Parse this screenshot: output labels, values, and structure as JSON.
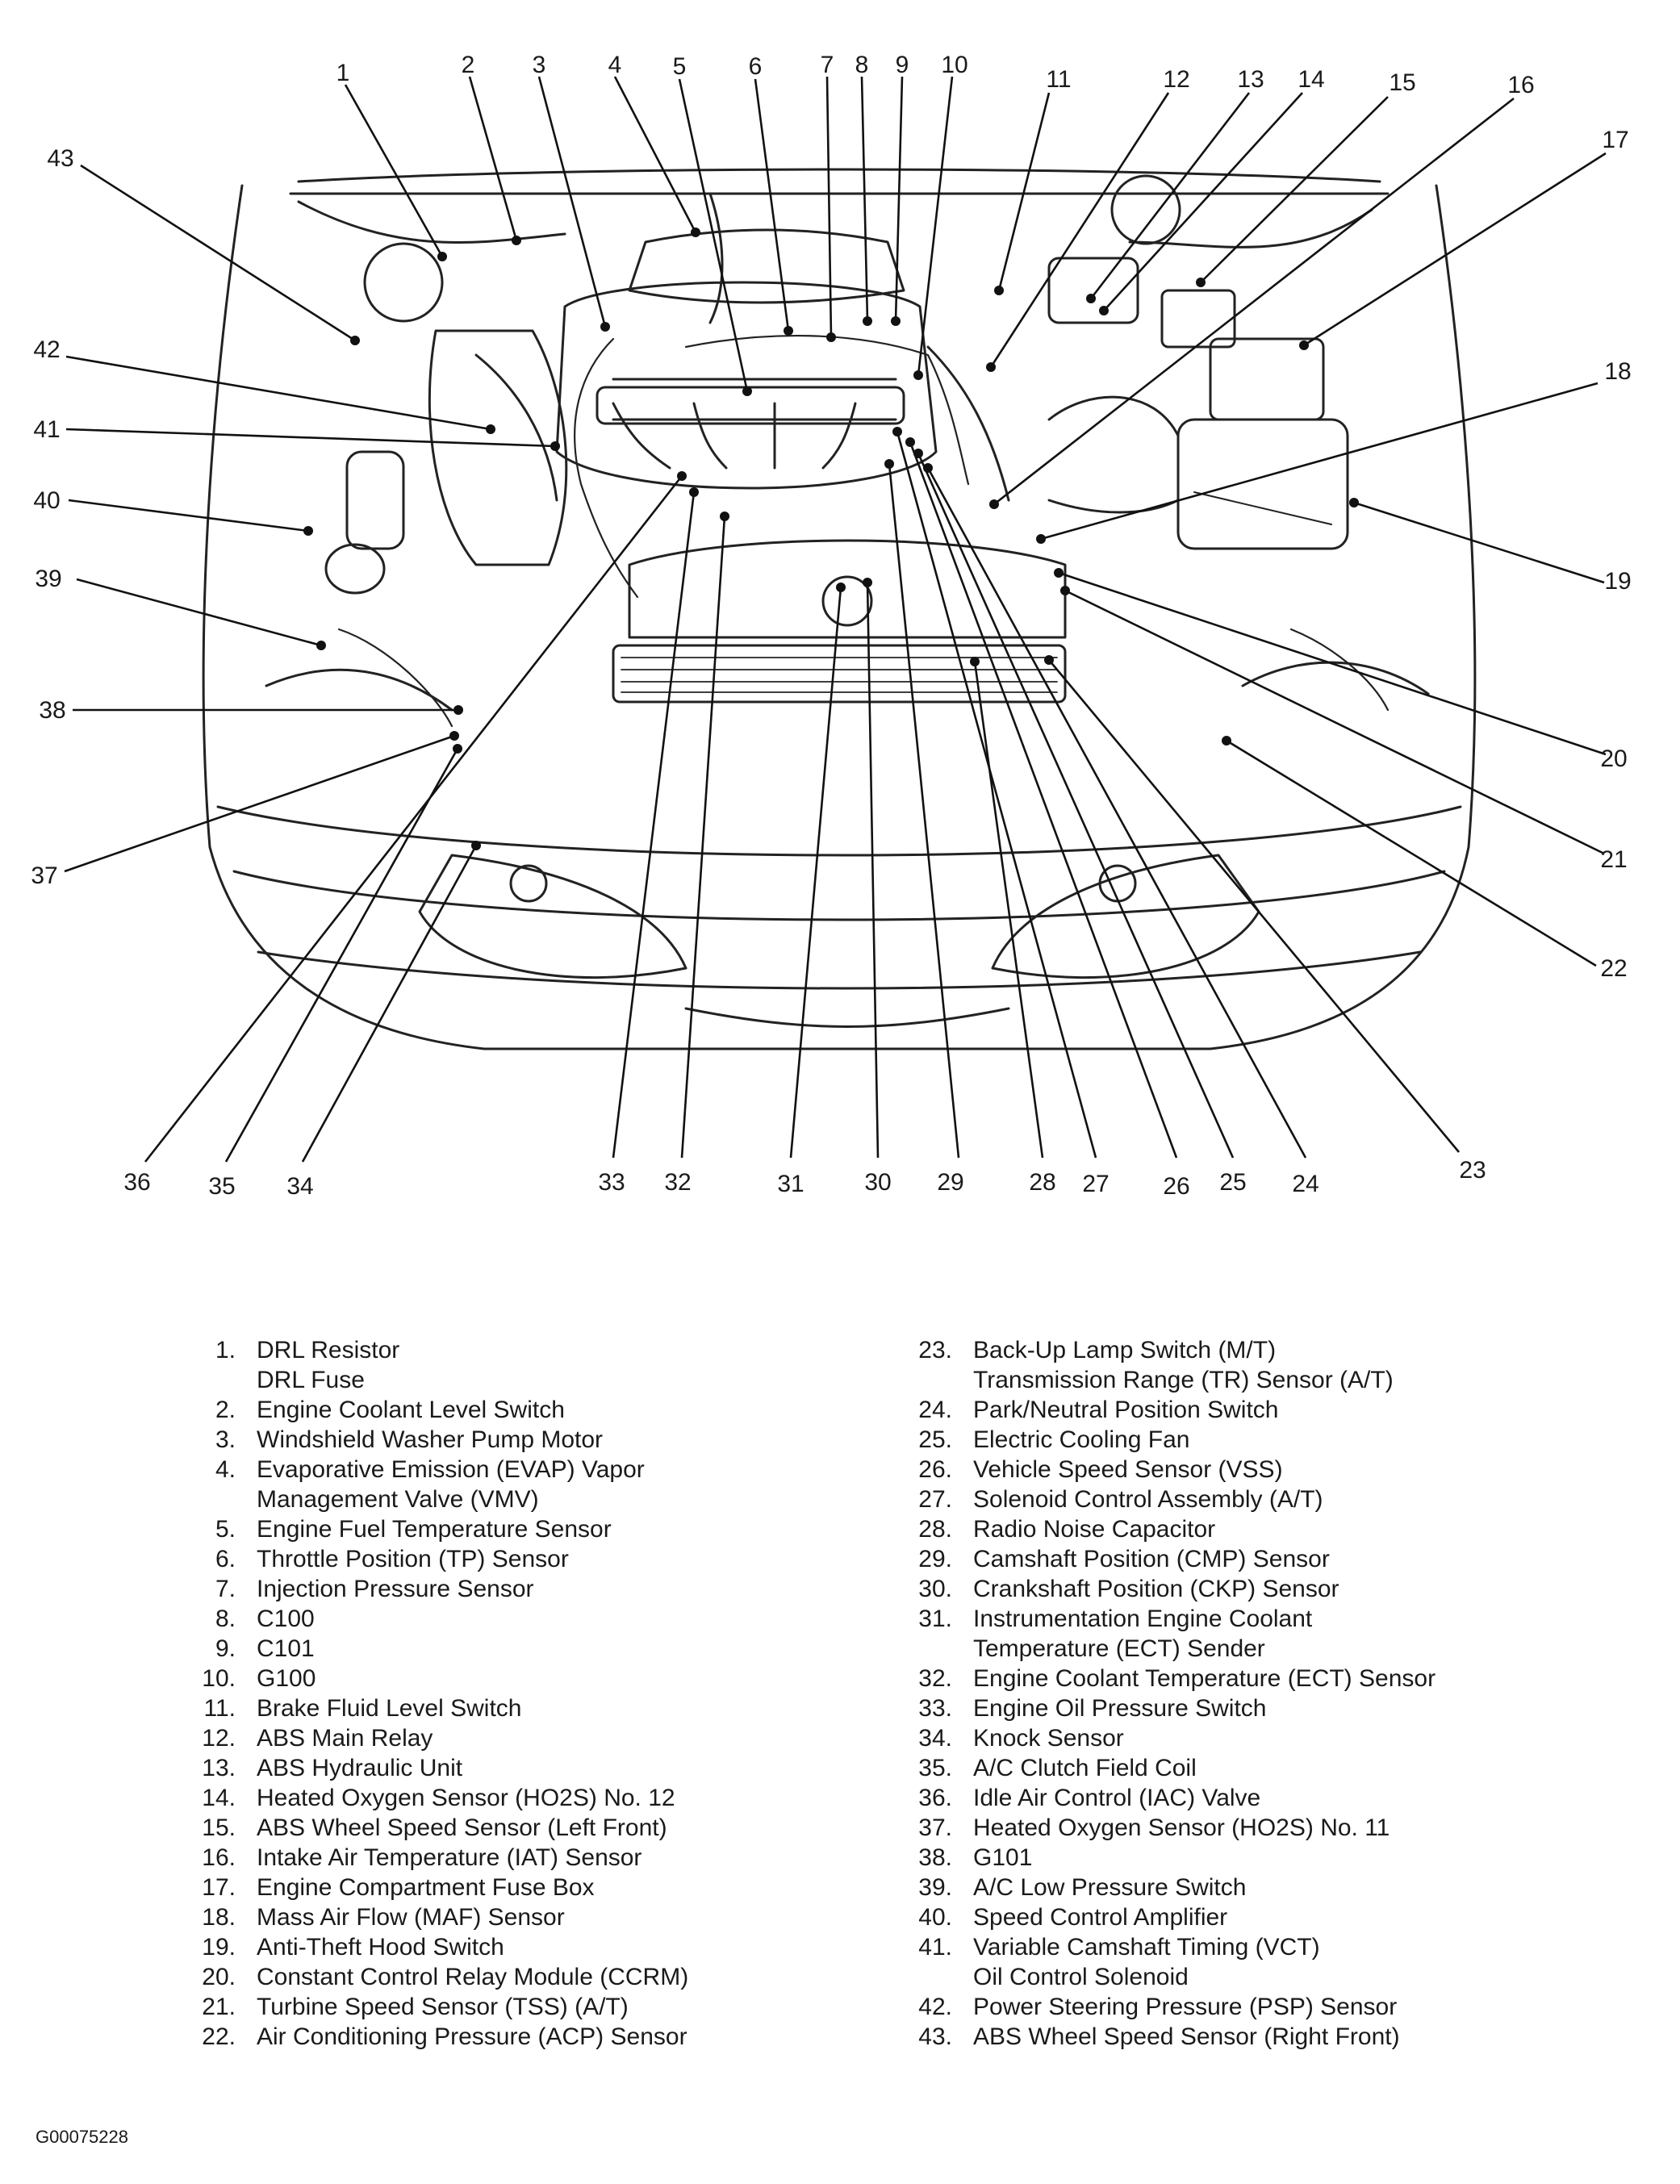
{
  "callouts": [
    "1",
    "2",
    "3",
    "4",
    "5",
    "6",
    "7",
    "8",
    "9",
    "10",
    "11",
    "12",
    "13",
    "14",
    "15",
    "16",
    "17",
    "18",
    "19",
    "20",
    "21",
    "22",
    "23",
    "24",
    "25",
    "26",
    "27",
    "28",
    "29",
    "30",
    "31",
    "32",
    "33",
    "34",
    "35",
    "36",
    "37",
    "38",
    "39",
    "40",
    "41",
    "42",
    "43"
  ],
  "legend_left": [
    {
      "num": "1.",
      "lines": [
        "DRL Resistor",
        "DRL Fuse"
      ]
    },
    {
      "num": "2.",
      "lines": [
        "Engine Coolant Level Switch"
      ]
    },
    {
      "num": "3.",
      "lines": [
        "Windshield Washer Pump Motor"
      ]
    },
    {
      "num": "4.",
      "lines": [
        "Evaporative Emission (EVAP) Vapor",
        "Management Valve (VMV)"
      ]
    },
    {
      "num": "5.",
      "lines": [
        "Engine Fuel Temperature Sensor"
      ]
    },
    {
      "num": "6.",
      "lines": [
        "Throttle Position (TP) Sensor"
      ]
    },
    {
      "num": "7.",
      "lines": [
        "Injection Pressure Sensor"
      ]
    },
    {
      "num": "8.",
      "lines": [
        "C100"
      ]
    },
    {
      "num": "9.",
      "lines": [
        "C101"
      ]
    },
    {
      "num": "10.",
      "lines": [
        "G100"
      ]
    },
    {
      "num": "11.",
      "lines": [
        "Brake Fluid Level Switch"
      ]
    },
    {
      "num": "12.",
      "lines": [
        "ABS Main Relay"
      ]
    },
    {
      "num": "13.",
      "lines": [
        "ABS Hydraulic Unit"
      ]
    },
    {
      "num": "14.",
      "lines": [
        "Heated Oxygen Sensor (HO2S) No. 12"
      ]
    },
    {
      "num": "15.",
      "lines": [
        "ABS Wheel Speed Sensor (Left Front)"
      ]
    },
    {
      "num": "16.",
      "lines": [
        "Intake Air Temperature (IAT) Sensor"
      ]
    },
    {
      "num": "17.",
      "lines": [
        "Engine Compartment Fuse Box"
      ]
    },
    {
      "num": "18.",
      "lines": [
        "Mass Air Flow (MAF) Sensor"
      ]
    },
    {
      "num": "19.",
      "lines": [
        "Anti-Theft Hood Switch"
      ]
    },
    {
      "num": "20.",
      "lines": [
        "Constant Control Relay Module (CCRM)"
      ]
    },
    {
      "num": "21.",
      "lines": [
        "Turbine Speed Sensor (TSS) (A/T)"
      ]
    },
    {
      "num": "22.",
      "lines": [
        "Air Conditioning Pressure (ACP) Sensor"
      ]
    }
  ],
  "legend_right": [
    {
      "num": "23.",
      "lines": [
        "Back-Up Lamp Switch (M/T)",
        "Transmission Range (TR) Sensor (A/T)"
      ]
    },
    {
      "num": "24.",
      "lines": [
        "Park/Neutral Position Switch"
      ]
    },
    {
      "num": "25.",
      "lines": [
        "Electric Cooling Fan"
      ]
    },
    {
      "num": "26.",
      "lines": [
        "Vehicle Speed Sensor (VSS)"
      ]
    },
    {
      "num": "27.",
      "lines": [
        "Solenoid Control Assembly (A/T)"
      ]
    },
    {
      "num": "28.",
      "lines": [
        "Radio Noise Capacitor"
      ]
    },
    {
      "num": "29.",
      "lines": [
        "Camshaft Position (CMP) Sensor"
      ]
    },
    {
      "num": "30.",
      "lines": [
        "Crankshaft Position (CKP) Sensor"
      ]
    },
    {
      "num": "31.",
      "lines": [
        "Instrumentation Engine Coolant",
        "Temperature (ECT) Sender"
      ]
    },
    {
      "num": "32.",
      "lines": [
        "Engine Coolant Temperature (ECT) Sensor"
      ]
    },
    {
      "num": "33.",
      "lines": [
        "Engine Oil Pressure Switch"
      ]
    },
    {
      "num": "34.",
      "lines": [
        "Knock Sensor"
      ]
    },
    {
      "num": "35.",
      "lines": [
        "A/C Clutch Field Coil"
      ]
    },
    {
      "num": "36.",
      "lines": [
        "Idle Air Control (IAC) Valve"
      ]
    },
    {
      "num": "37.",
      "lines": [
        "Heated Oxygen Sensor (HO2S) No. 11"
      ]
    },
    {
      "num": "38.",
      "lines": [
        "G101"
      ]
    },
    {
      "num": "39.",
      "lines": [
        "A/C Low Pressure Switch"
      ]
    },
    {
      "num": "40.",
      "lines": [
        "Speed Control Amplifier"
      ]
    },
    {
      "num": "41.",
      "lines": [
        "Variable Camshaft Timing (VCT)",
        "Oil Control Solenoid"
      ]
    },
    {
      "num": "42.",
      "lines": [
        "Power Steering Pressure (PSP) Sensor"
      ]
    },
    {
      "num": "43.",
      "lines": [
        "ABS Wheel Speed Sensor (Right Front)"
      ]
    }
  ],
  "figure_id": "G00075228"
}
